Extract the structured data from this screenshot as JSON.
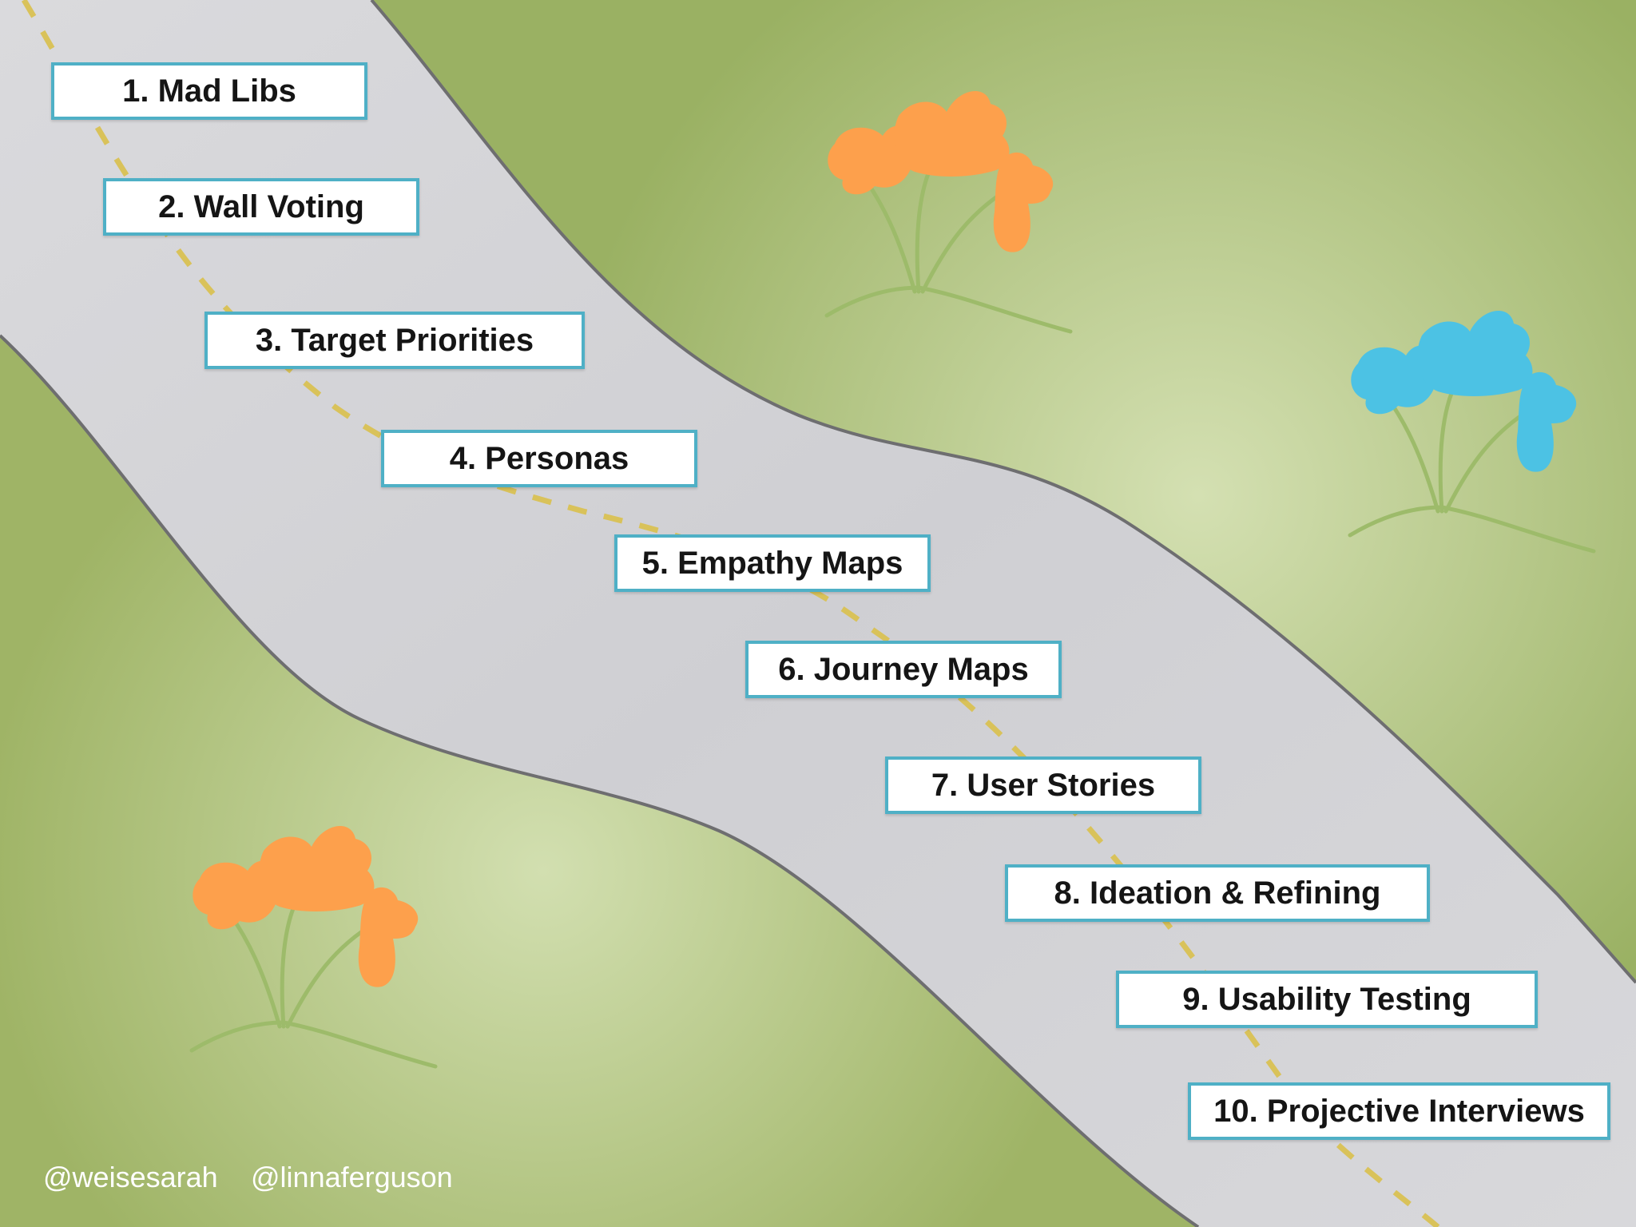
{
  "steps": [
    "1. Mad Libs",
    "2. Wall Voting",
    "3. Target Priorities",
    "4. Personas",
    "5. Empathy Maps",
    "6. Journey Maps",
    "7. User Stories",
    "8. Ideation & Refining",
    "9. Usability Testing",
    "10. Projective Interviews"
  ],
  "handles": [
    "@weisesarah",
    "@linnaferguson"
  ],
  "colors": {
    "grass": "#a3b86b",
    "road": "#d3d3d6",
    "road_edge": "#6e6e70",
    "dash": "#d9c25a",
    "box_border": "#4fb0c6",
    "flower_orange": "#fda04c",
    "flower_blue": "#4cc2e4",
    "stem": "#9dbb6a"
  }
}
